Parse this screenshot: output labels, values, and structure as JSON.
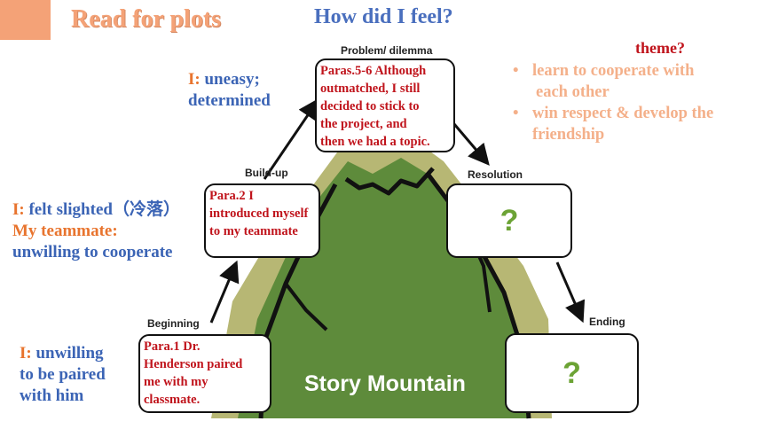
{
  "header": {
    "left_title": "Read for plots",
    "center_title": "How did I feel?"
  },
  "stages": {
    "problem": "Problem/ dilemma",
    "buildup": "Build-up",
    "resolution": "Resolution",
    "beginning": "Beginning",
    "ending": "Ending"
  },
  "boxes": {
    "problem": "Paras.5-6  Although\noutmatched, I still\ndecided to stick to\nthe project, and\nthen we had a topic.",
    "buildup": "Para.2 I\nintroduced myself\nto my teammate",
    "beginning": "Para.1 Dr.\nHenderson paired\nme with my\nclassmate.",
    "resolution": "?",
    "ending": "?"
  },
  "feelings": {
    "problem_lead": "I:",
    "problem_text": " uneasy;",
    "problem_text2": "determined",
    "buildup_lead": "I:",
    "buildup_text": " felt slighted（冷落）",
    "buildup_lead2": "My teammate:",
    "buildup_text2": "unwilling to cooperate",
    "beginning_lead": "I:",
    "beginning_text": " unwilling",
    "beginning_text2": "to be paired",
    "beginning_text3": "with him"
  },
  "theme": {
    "title": "theme?",
    "items": [
      "learn to cooperate with",
      "each other",
      "win respect & develop the",
      "friendship"
    ]
  },
  "mountain": {
    "title": "Story Mountain"
  },
  "colors": {
    "accent_orange": "#f4a277",
    "blue": "#3b64b5",
    "red": "#c0141c",
    "mountain_green": "#5a8a3a",
    "mountain_tan": "#b5b870"
  }
}
